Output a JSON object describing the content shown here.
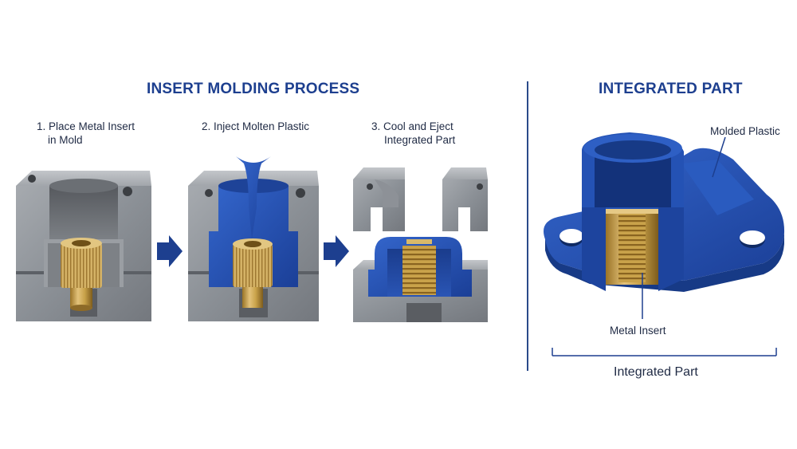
{
  "process": {
    "title": "INSERT MOLDING PROCESS",
    "steps": [
      {
        "line1": "1. Place Metal Insert",
        "line2": "in Mold"
      },
      {
        "line1": "2. Inject Molten Plastic",
        "line2": ""
      },
      {
        "line1": "3. Cool and Eject",
        "line2": "Integrated Part"
      }
    ]
  },
  "part": {
    "title": "INTEGRATED PART",
    "callout_plastic": "Molded Plastic",
    "callout_insert": "Metal Insert",
    "caption": "Integrated Part"
  },
  "colors": {
    "accent": "#1d3f8f",
    "steel": "#8c9096",
    "plastic": "#2352b5",
    "brass": "#c9a24a"
  },
  "icons": [
    "arrow-right-icon",
    "arrow-right-icon"
  ]
}
